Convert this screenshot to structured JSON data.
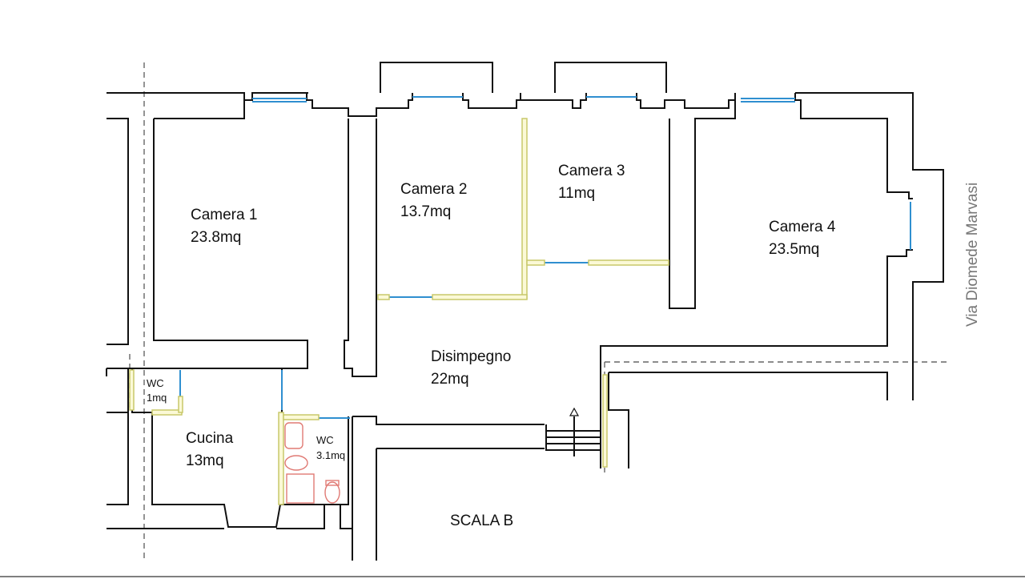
{
  "rooms": {
    "camera1": {
      "name": "Camera 1",
      "area": "23.8mq"
    },
    "camera2": {
      "name": "Camera 2",
      "area": "13.7mq"
    },
    "camera3": {
      "name": "Camera 3",
      "area": "11mq"
    },
    "camera4": {
      "name": "Camera 4",
      "area": "23.5mq"
    },
    "disimpegno": {
      "name": "Disimpegno",
      "area": "22mq"
    },
    "cucina": {
      "name": "Cucina",
      "area": "13mq"
    },
    "wc_small": {
      "name": "WC",
      "area": "1mq"
    },
    "wc_large": {
      "name": "WC",
      "area": "3.1mq"
    }
  },
  "stair": {
    "label": "SCALA B"
  },
  "street": {
    "label": "Via Diomede Marvasi"
  },
  "colors": {
    "wall": "#111111",
    "window": "#2f8fd0",
    "door": "#c8c86a",
    "sanitary": "#e07a74",
    "dashed": "#666666"
  }
}
